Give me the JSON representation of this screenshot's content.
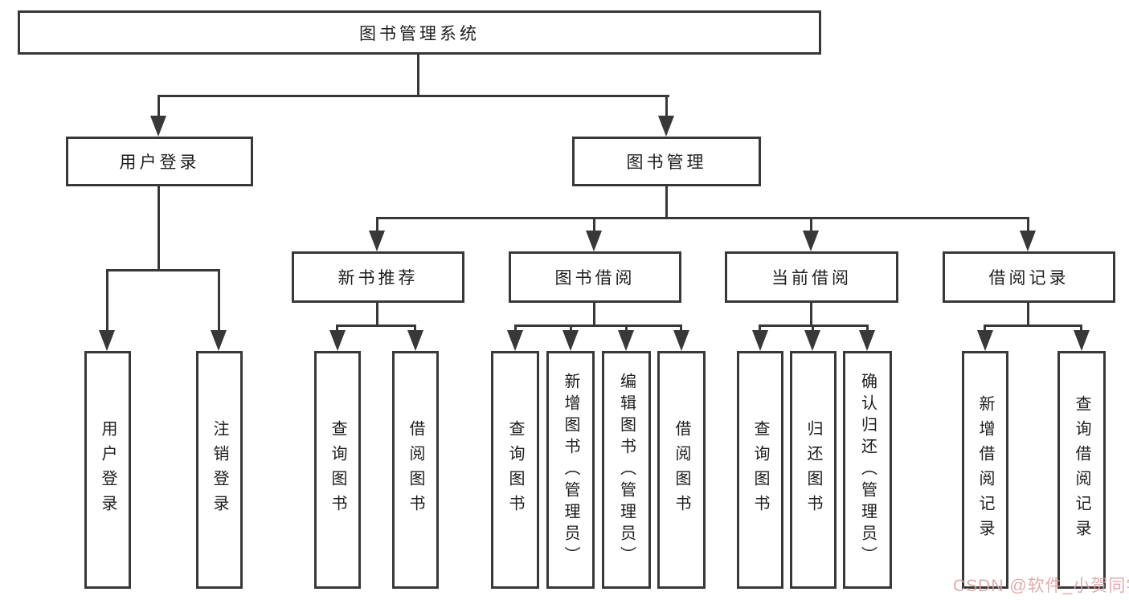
{
  "diagram": {
    "line_color": "#383838",
    "background_color": "#ffffff",
    "watermark": {
      "text": "CSDN @软件_小贺同学",
      "color": "#dd9fa0"
    },
    "nodes": {
      "root": {
        "label": "图书管理系统"
      },
      "user_login": {
        "label": "用户登录"
      },
      "book_mgmt": {
        "label": "图书管理"
      },
      "new_book_rec": {
        "label": "新书推荐"
      },
      "book_borrow": {
        "label": "图书借阅"
      },
      "current_borrow": {
        "label": "当前借阅"
      },
      "borrow_record": {
        "label": "借阅记录"
      },
      "leaf_user_login": {
        "label": "用户登录"
      },
      "leaf_logout": {
        "label": "注销登录"
      },
      "leaf_query_book_1": {
        "label": "查询图书"
      },
      "leaf_borrow_book_1": {
        "label": "借阅图书"
      },
      "leaf_query_book_2": {
        "label": "查询图书"
      },
      "leaf_add_book": {
        "label": "新增图书（管理员）"
      },
      "leaf_edit_book": {
        "label": "编辑图书（管理员）"
      },
      "leaf_borrow_book_2": {
        "label": "借阅图书"
      },
      "leaf_query_book_3": {
        "label": "查询图书"
      },
      "leaf_return_book": {
        "label": "归还图书"
      },
      "leaf_confirm_return": {
        "label": "确认归还（管理员）"
      },
      "leaf_add_record": {
        "label": "新增借阅记录"
      },
      "leaf_query_record": {
        "label": "查询借阅记录"
      }
    }
  }
}
